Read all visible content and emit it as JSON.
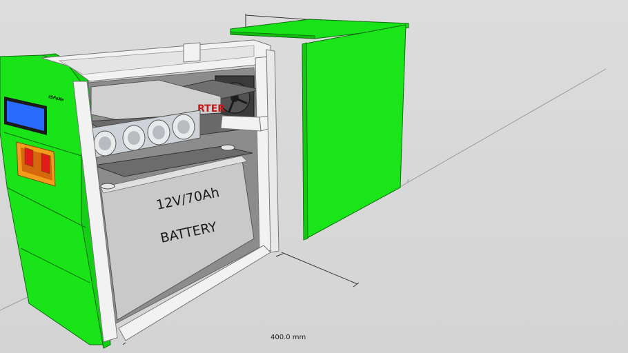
{
  "model": {
    "battery_capacity_label": "12V/70Ah",
    "battery_name_label": "BATTERY",
    "inverter_label": "RTER",
    "logo_text": "ISFeXe"
  },
  "dimensions": {
    "depth_label": "400.0 mm"
  },
  "colors": {
    "panel_green": "#17e517",
    "frame_white": "#f2f2f2",
    "shelf_gray": "#7a7a7a",
    "battery_gray": "#c9c9c9",
    "background": "#d7d7d7",
    "display_blue": "#2a6bff",
    "switch_orange": "#f39b1b",
    "switch_red": "#e31a1a"
  },
  "icons": [
    "socket-icon",
    "fan-icon",
    "battery-terminal-icon",
    "rocker-switch-icon"
  ]
}
